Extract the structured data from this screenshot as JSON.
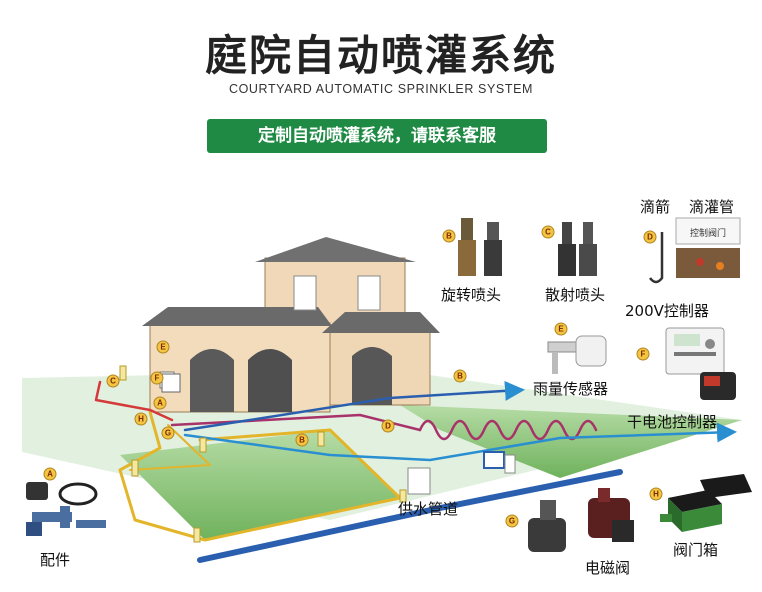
{
  "header": {
    "title": "庭院自动喷灌系统",
    "subtitle": "COURTYARD AUTOMATIC SPRINKLER SYSTEM",
    "cta": "定制自动喷灌系统，请联系客服"
  },
  "components": {
    "rotary_sprinkler": "旋转喷头",
    "spray_sprinkler": "散射喷头",
    "drip_arrow": "滴箭",
    "drip_pipe": "滴灌管",
    "controller_200v": "200V控制器",
    "rain_sensor": "雨量传感器",
    "battery_controller": "干电池控制器",
    "supply_pipe": "供水管道",
    "solenoid_valve": "电磁阀",
    "valve_box": "阀门箱",
    "fittings": "配件",
    "valve_tag": "控制阀门"
  },
  "badges": {
    "a": "A",
    "b": "B",
    "c": "C",
    "d": "D",
    "e": "E",
    "f": "F",
    "g": "G",
    "h": "H"
  },
  "colors": {
    "accent_green": "#1f8a44",
    "lawn": "#8dc37a",
    "pipe_blue": "#2a5fb0",
    "line_yellow": "#e3b52a",
    "line_purple": "#a8326a",
    "line_red": "#d43a3a"
  }
}
